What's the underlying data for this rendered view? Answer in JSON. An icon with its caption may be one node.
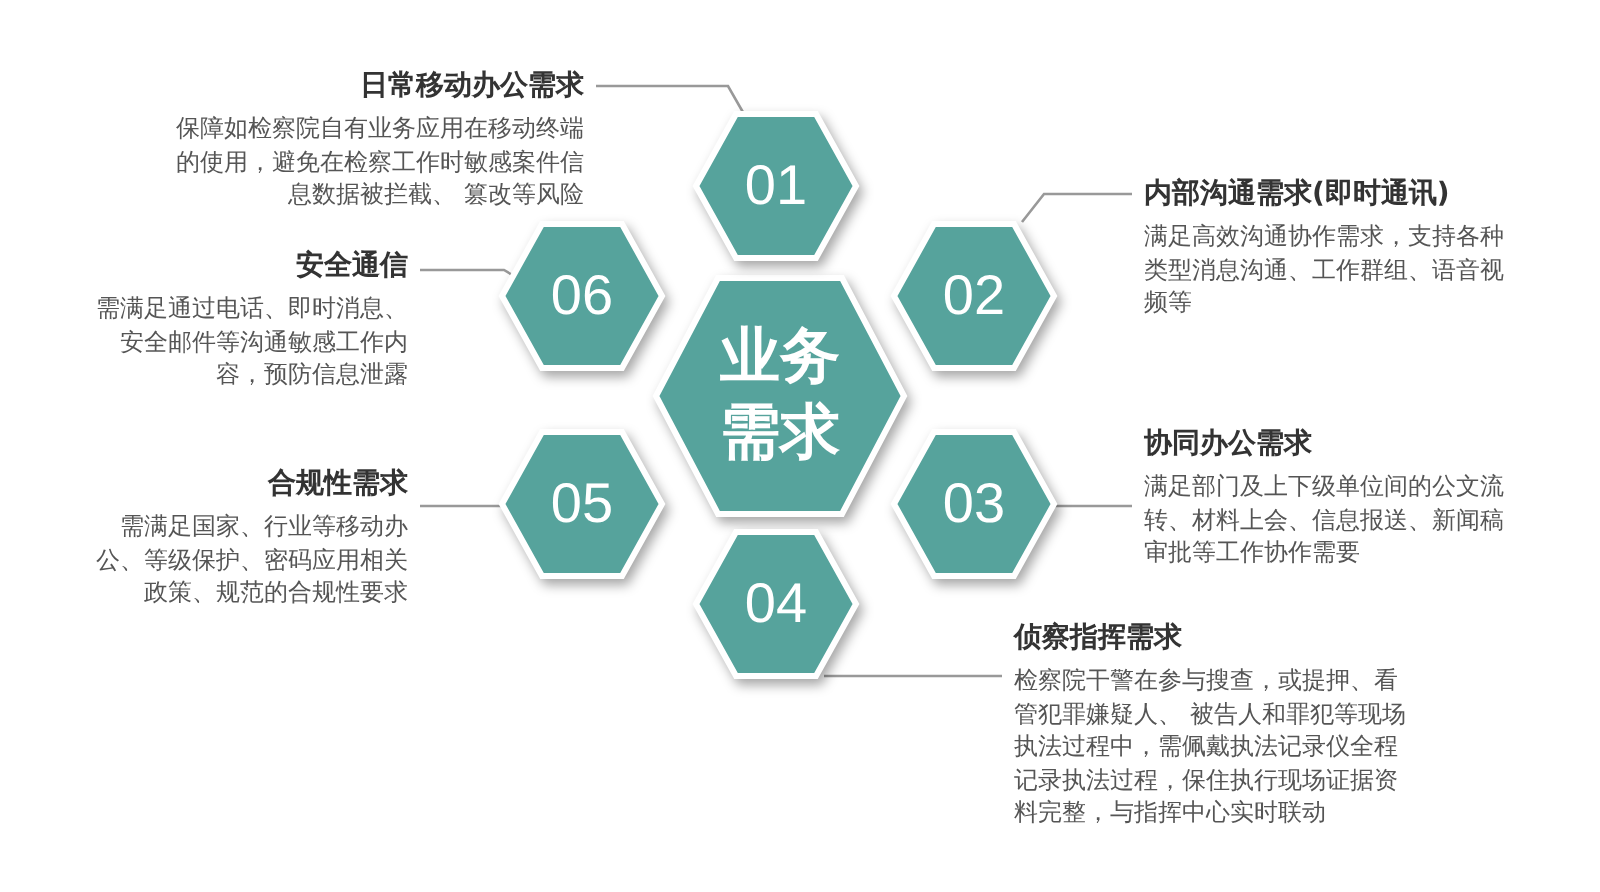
{
  "diagram": {
    "nodes": [
      {
        "text": [
          "业务需求"
        ]
      },
      {
        "text": [
          "01"
        ]
      },
      {
        "text": [
          "02"
        ]
      },
      {
        "text": [
          "03"
        ]
      },
      {
        "text": [
          "04"
        ]
      },
      {
        "text": [
          "05"
        ]
      },
      {
        "text": [
          "06"
        ]
      },
      {
        "text": [
          "日常移动办公需求",
          "保障如检察院自有业务应用在移动终端的使用，避免在检察工作时敏感案件信息数据被拦截、 篡改等风险"
        ]
      },
      {
        "text": [
          "内部沟通需求(即时通讯)",
          "满足高效沟通协作需求，支持各种类型消息沟通、工作群组、语音视频等"
        ]
      },
      {
        "text": [
          "协同办公需求",
          "满足部门及上下级单位间的公文流转、材料上会、信息报送、新闻稿审批等工作协作需要"
        ]
      },
      {
        "text": [
          "侦察指挥需求",
          "检察院干警在参与搜查，或提押、看管犯罪嫌疑人、 被告人和罪犯等现场执法过程中，需佩戴执法记录仪全程记录执法过程，保住执行现场证据资料完整，与指挥中心实时联动"
        ]
      },
      {
        "text": [
          "合规性需求",
          "需满足国家、行业等移动办公、等级保护、密码应用相关政策、规范的合规性要求"
        ]
      },
      {
        "text": [
          "安全通信",
          "需满足通过电话、即时消息、安全邮件等沟通敏感工作内容，预防信息泄露"
        ]
      }
    ],
    "edges": [
      {
        "from": 7,
        "to": 1,
        "arrow": "none"
      },
      {
        "from": 8,
        "to": 2,
        "arrow": "none"
      },
      {
        "from": 9,
        "to": 3,
        "arrow": "none"
      },
      {
        "from": 10,
        "to": 4,
        "arrow": "none"
      },
      {
        "from": 11,
        "to": 5,
        "arrow": "none"
      },
      {
        "from": 12,
        "to": 6,
        "arrow": "none"
      }
    ]
  }
}
